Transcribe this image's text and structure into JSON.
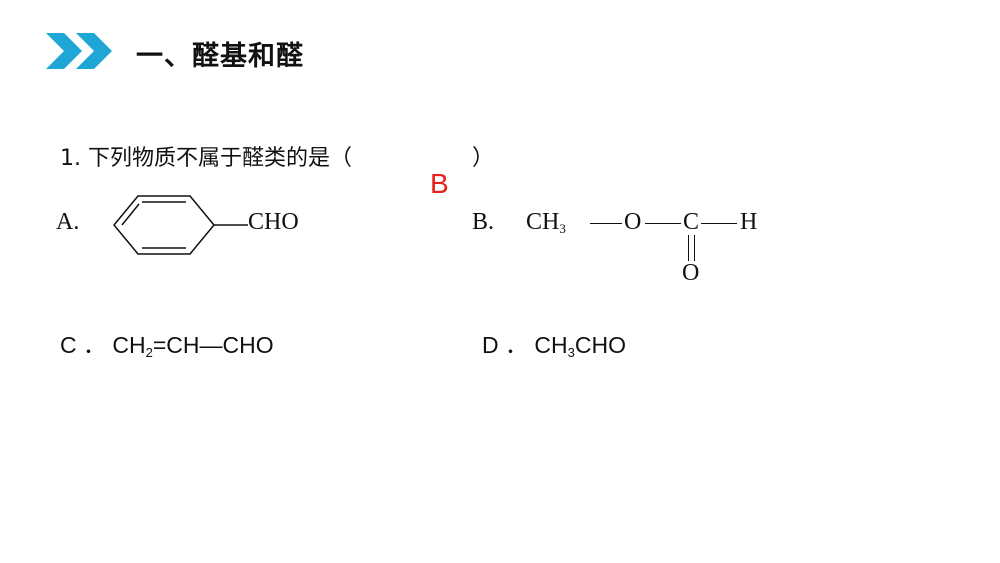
{
  "header": {
    "icon": "double-chevron-right-icon",
    "accent_color": "#1ea7d6",
    "title": "一、醛基和醛"
  },
  "question": {
    "stem": "1. 下列物质不属于醛类的是（",
    "paren_close": "）",
    "answer": "B",
    "answer_color": "#e8221b"
  },
  "options": {
    "a": {
      "label": "A.",
      "substituent": "CHO"
    },
    "b": {
      "label": "B.",
      "ch": "CH",
      "ch_sub": "3",
      "o1": "O",
      "c": "C",
      "h": "H",
      "o2": "O"
    },
    "c": {
      "label": "C ．",
      "ch": "CH",
      "ch_sub": "2",
      "rest": "=CH—CHO"
    },
    "d": {
      "label": "D ．",
      "ch": "CH",
      "ch_sub": "3",
      "rest": "CHO"
    }
  }
}
